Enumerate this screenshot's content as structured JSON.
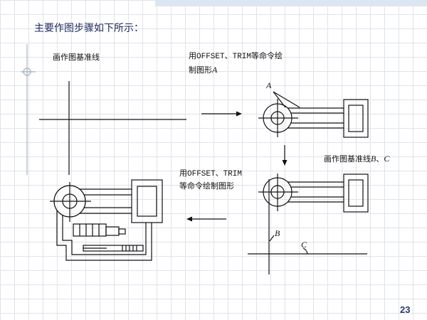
{
  "slide": {
    "title": "主要作图步骤如下所示：",
    "page_number": "23"
  },
  "steps": [
    {
      "label": "画作图基准线"
    },
    {
      "label_line1": "用OFFSET、TRIM等命令绘",
      "label_line2": "制图形",
      "label_var": "A",
      "callout": "A"
    },
    {
      "label": "画作图基准线",
      "var_b": "B",
      "separator": "、",
      "var_c": "C",
      "callout_b": "B",
      "callout_c": "C"
    },
    {
      "label_line1": "用OFFSET、TRIM",
      "label_line2": "等命令绘制图形"
    }
  ],
  "colors": {
    "title": "#1f2a5c",
    "page_number": "#2b3a6a",
    "drawing_line": "#111111",
    "grid": "#dfe3ea",
    "top_band": "#dce6f1",
    "decor_line": "#9aa6b8"
  }
}
